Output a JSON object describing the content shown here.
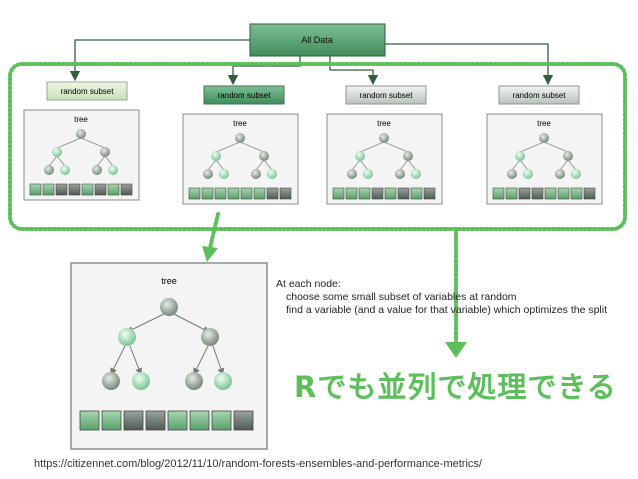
{
  "diagram": {
    "root_label": "All Data",
    "subset_label": "random subset",
    "tree_label": "tree",
    "subsets": [
      {
        "label": "random subset"
      },
      {
        "label": "random subset"
      },
      {
        "label": "random subset"
      },
      {
        "label": "random subset"
      }
    ],
    "node_explanation": {
      "heading": "At each node:",
      "line1": "choose some small subset of variables at random",
      "line2": "find a variable (and a value for that variable) which optimizes the split"
    }
  },
  "annotation_jp": "Rでも並列で処理できる",
  "source_url": "https://citizennet.com/blog/2012/11/10/random-forests-ensembles-and-performance-metrics/",
  "colors": {
    "accent_green": "#5cbf5a",
    "dark_green": "#3e8a5a",
    "node_gray": "#8a9a8e"
  }
}
